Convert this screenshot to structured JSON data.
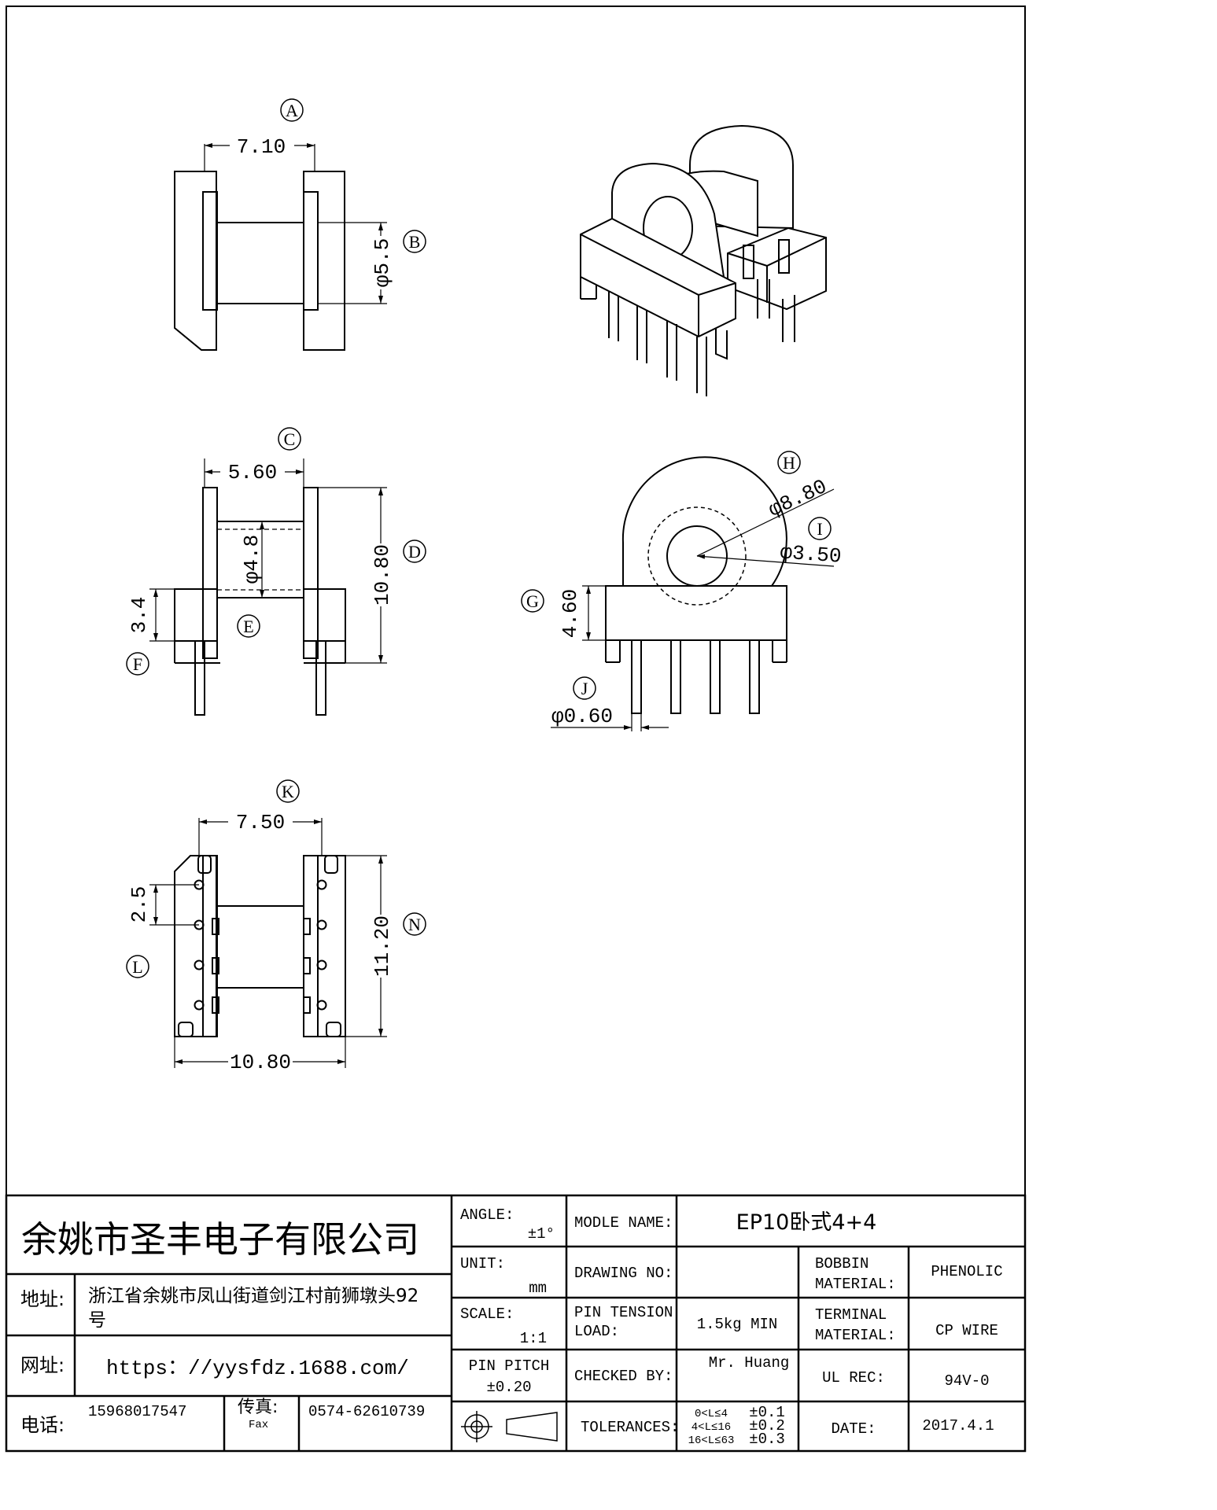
{
  "drawing": {
    "balloons": {
      "A": "A",
      "B": "B",
      "C": "C",
      "D": "D",
      "E": "E",
      "F": "F",
      "G": "G",
      "H": "H",
      "I": "I",
      "J": "J",
      "K": "K",
      "L": "L",
      "N": "N"
    },
    "dims": {
      "a_width": "7.10",
      "b_dia": "φ5.5",
      "c_width": "5.60",
      "c_core_dia": "φ4.8",
      "d_height": "10.80",
      "f_height": "3.4",
      "h_dia": "φ8.80",
      "i_dia": "φ3.50",
      "g_height": "4.60",
      "j_dia": "φ0.60",
      "k_width": "7.50",
      "l_pitch": "2.5",
      "n_height": "11.20",
      "bottom_width": "10.80"
    }
  },
  "title_block": {
    "company": "余姚市圣丰电子有限公司",
    "address_label": "地址:",
    "address_line1": "浙江省余姚市凤山街道剑江村前狮墩头92",
    "address_line2": "号",
    "web_label": "网址:",
    "web_url": "https：//yysfdz.1688.com/",
    "phone_label": "电话:",
    "phone": "15968017547",
    "fax_label_cn": "传真:",
    "fax_label_en": "Fax",
    "fax": "0574-62610739",
    "angle_label": "ANGLE:",
    "angle_value": "±1°",
    "unit_label": "UNIT:",
    "unit_value": "mm",
    "scale_label": "SCALE:",
    "scale_value": "1:1",
    "pin_pitch_label": "PIN PITCH",
    "pin_pitch_value": "±0.20",
    "model_label": "MODLE NAME:",
    "model_value": "EP10卧式4+4",
    "drawing_no_label": "DRAWING NO:",
    "drawing_no_value": "",
    "pin_tension_label1": "PIN TENSION",
    "pin_tension_label2": "LOAD:",
    "pin_tension_value": "1.5kg MIN",
    "checked_label": "CHECKED  BY:",
    "checked_value": "Mr. Huang",
    "tolerances_label": "TOLERANCES:",
    "tol": [
      {
        "range": "0<L≤4",
        "value": "±0.1"
      },
      {
        "range": "4<L≤16",
        "value": "±0.2"
      },
      {
        "range": "16<L≤63",
        "value": "±0.3"
      }
    ],
    "bobbin_label1": "BOBBIN",
    "bobbin_label2": "MATERIAL:",
    "bobbin_value": "PHENOLIC",
    "terminal_label1": "TERMINAL",
    "terminal_label2": "MATERIAL:",
    "terminal_value": "CP WIRE",
    "ul_label": "UL REC:",
    "ul_value": "94V-0",
    "date_label": "DATE:",
    "date_value": "2017.4.1"
  }
}
